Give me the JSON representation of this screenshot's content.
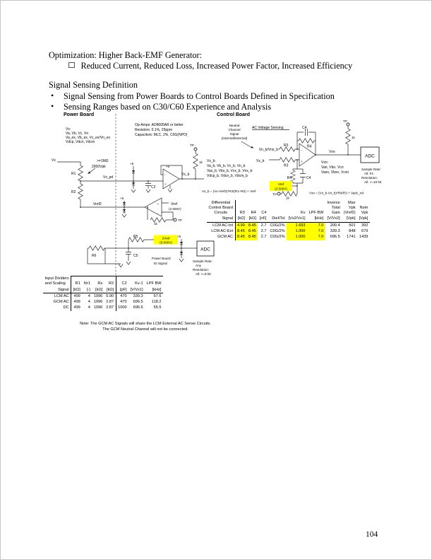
{
  "header": {
    "title": "Optimization: Higher Back-EMF Generator:",
    "bullet1": "Reduced Current, Reduced Loss, Increased Power Factor, Increased Efficiency",
    "section": "Signal Sensing Definition",
    "bullet2": "Signal Sensing from Power Boards to Control Boards Defined in Specification",
    "bullet3": "Sensing Ranges based on C30/C60 Experience and Analysis",
    "bullet_char": "•"
  },
  "diagram": {
    "power_board_label": "Power Board",
    "control_board_label": "Control Board",
    "notes": [
      "Op-Amps:  AD8605AR or better",
      "Resistors:  0.1%, 25ppm",
      "Capacitors:  MLC, 2%, C0G(NPO)"
    ],
    "vx_list": [
      "Vx:",
      "Va, Vb, Vc, Vn",
      "Va_ex, Vb_ex, Vc_ex/Vn_ex",
      "Vdcp, Vdcn, Vdcm"
    ],
    "vx": "Vx",
    "r1": "R1",
    "r2": "R2",
    "r3": "R3",
    "r4": "R4",
    "r5": "R5",
    "r6": "R6",
    "c2": "C2",
    "c4": "C4",
    "c5": "C5",
    "divider_note1": ">=1MΩ",
    "divider_note2": "2000Vpk",
    "vx_pd": "Vx_pd",
    "plus5": "+5",
    "plus": "+",
    "minus": "-",
    "tp": "TP",
    "onek": "1k",
    "vx_b": "Vx_b",
    "vxb_list": [
      "Vx_b:",
      "Va_b, Vb_b, Vc_b, Vn_b",
      "Vax_b, Vbx_b, Vcx_b, Vnx_b",
      "Vdcp_b, Vdcn_b, Vdcm_b"
    ],
    "eq1": "Vx_b = (Vx-Vref2)*R2/(R1+R2) + Vref",
    "vref2": "Vref2",
    "vref_label": "Vref",
    "vref_value": "(2.500V)",
    "twovref_label": "2Vref",
    "twovref_value": "(5.000V)",
    "ac_title": "AC Voltage Sensing",
    "neutral": [
      "Neutral",
      "Channel",
      "Signal",
      "(Internal/External)"
    ],
    "in1": "Vn_b/Vnx_b",
    "in2": "Vx_b",
    "vxn": "Vxn",
    "vxn_list": [
      "Vxn:",
      "Van, Vbn, Vcn",
      "Vaxn, Vbxn, Vcxn"
    ],
    "adc": "ADC",
    "sample1": [
      "Sample Rate:",
      "All:  Fs",
      "Resolution:",
      "All:  >=10 bit"
    ],
    "sample2": [
      "Sample Rate:",
      "Any",
      "Resolution:",
      "All:  >=8 bit"
    ],
    "eq2": "Vxn = (Vx_b-Vn_b)*R4/R3 + Vadc_ref",
    "id_signal": [
      "Power Board",
      "ID Signal"
    ]
  },
  "left_table": {
    "corner_lines": [
      "Input Dividers",
      "and Scaling"
    ],
    "signal_label": "Signal",
    "top_border": true,
    "group_border_after": 3,
    "highlight_cols": [],
    "columns": [
      {
        "name_lines": [
          "R1"
        ],
        "unit": "[kΩ]"
      },
      {
        "name_lines": [
          "Nr1"
        ],
        "unit": "[-]"
      },
      {
        "name_lines": [
          "Rs"
        ],
        "unit": "[kΩ]"
      },
      {
        "name_lines": [
          "R2"
        ],
        "unit": "[kΩ]"
      },
      {
        "name_lines": [
          "C2"
        ],
        "unit": "[pF]"
      },
      {
        "name_lines": [
          "Kv-1"
        ],
        "unit": "[V/Vx1]"
      },
      {
        "name_lines": [
          "LPF BW"
        ],
        "unit": "[kHz]"
      }
    ],
    "rows": [
      {
        "signal": "LCM AC",
        "cells": [
          "499",
          "4",
          "1996",
          "5.90",
          "470",
          "339.3",
          "57.6"
        ]
      },
      {
        "signal": "GCM AC",
        "cells": [
          "499",
          "4",
          "1996",
          "2.87",
          "470",
          "696.5",
          "118.2"
        ]
      },
      {
        "signal": "DC",
        "cells": [
          "499",
          "4",
          "1996",
          "2.87",
          "1000",
          "696.5",
          "55.5"
        ]
      }
    ]
  },
  "right_table": {
    "corner_lines": [
      "Differential",
      "Control Board",
      "Circuits"
    ],
    "signal_label": "Signal",
    "top_border": false,
    "group_border_after": -1,
    "highlight_cols": [
      0,
      1,
      4,
      5
    ],
    "columns": [
      {
        "name_lines": [
          "R3"
        ],
        "unit": "[kΩ]"
      },
      {
        "name_lines": [
          "R4"
        ],
        "unit": "[kΩ]"
      },
      {
        "name_lines": [
          "C4"
        ],
        "unit": "[nF]"
      },
      {
        "name_lines": [
          ""
        ],
        "unit": "Diel/Tol"
      },
      {
        "name_lines": [
          "Kv"
        ],
        "unit": "[Vx2/Vx1]"
      },
      {
        "name_lines": [
          "LPF BW"
        ],
        "unit": "[kHz]"
      },
      {
        "name_lines": [
          "Inverse",
          "Total",
          "Gain"
        ],
        "unit": "[V/Vx2]"
      },
      {
        "name_lines": [
          "Max",
          "Vpk",
          "(Vref2)"
        ],
        "unit": "[Vpk]"
      },
      {
        "name_lines": [
          "Nom",
          "Vpk"
        ],
        "unit": "[Vpk]"
      }
    ],
    "rows": [
      {
        "signal": "LCM AC-Int",
        "cells": [
          "4.99",
          "8.45",
          "2.7",
          "C0G/2%",
          "1.693",
          "7.0",
          "200.4",
          "501",
          "392"
        ]
      },
      {
        "signal": "LCM AC-Ext",
        "cells": [
          "8.45",
          "8.45",
          "2.7",
          "C0G/2%",
          "1.000",
          "7.0",
          "339.3",
          "848",
          "679"
        ]
      },
      {
        "signal": "GCM AC",
        "cells": [
          "8.45",
          "8.45",
          "2.7",
          "C0G/2%",
          "1.000",
          "7.0",
          "696.5",
          "1741",
          "1439"
        ]
      }
    ]
  },
  "note": [
    "Note:  The GCM AC Signals will share the LCM External AC Sense Circuits.",
    "The GCM Neutral Channel will not be connected."
  ],
  "page": {
    "number": "104"
  },
  "colors": {
    "highlight": "#ffff00"
  }
}
